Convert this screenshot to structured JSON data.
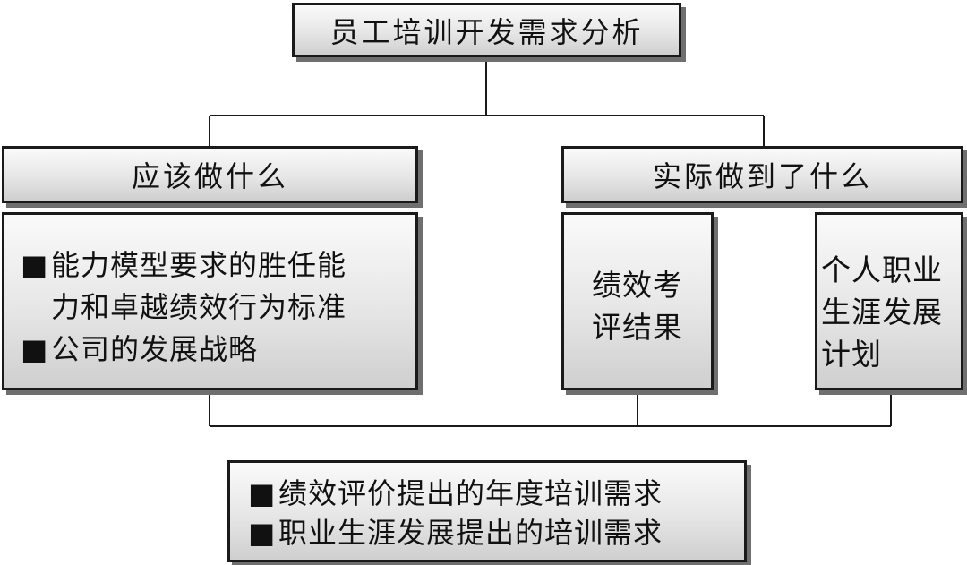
{
  "diagram": {
    "title": "员工培训开发需求分析",
    "left": {
      "header": "应该做什么",
      "items": [
        {
          "bullet": "■",
          "line1": "能力模型要求的胜任能",
          "line2": "力和卓越绩效行为标准"
        },
        {
          "bullet": "■",
          "line1": "公司的发展战略"
        }
      ]
    },
    "right": {
      "header": "实际做到了什么",
      "box1": {
        "line1": "绩效考",
        "line2": "评结果"
      },
      "box2": {
        "line1": "个人职业",
        "line2": "生涯发展",
        "line3": "计划"
      }
    },
    "bottom": {
      "items": [
        {
          "bullet": "■",
          "text": "绩效评价提出的年度培训需求"
        },
        {
          "bullet": "■",
          "text": "职业生涯发展提出的培训需求"
        }
      ]
    }
  }
}
